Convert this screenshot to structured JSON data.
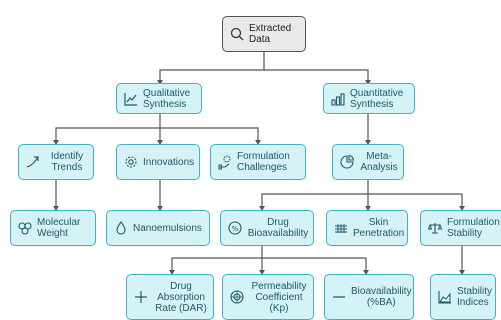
{
  "root": {
    "label": "Extracted Data",
    "icon": "search-icon"
  },
  "qualitative": {
    "label": "Qualitative Synthesis",
    "icon": "trend-chart-icon"
  },
  "quantitative": {
    "label": "Quantitative Synthesis",
    "icon": "bar-chart-icon"
  },
  "identify_trends": {
    "label": "Identify Trends",
    "icon": "trend-arrow-icon"
  },
  "innovations": {
    "label": "Innovations",
    "icon": "gear-icon"
  },
  "formulation_challenges": {
    "label": "Formulation Challenges",
    "icon": "hand-gear-icon"
  },
  "meta_analysis": {
    "label": "Meta-Analysis",
    "icon": "pie-chart-icon"
  },
  "molecular_weight": {
    "label": "Molecular Weight",
    "icon": "molecule-icon"
  },
  "nanoemulsions": {
    "label": "Nanoemulsions",
    "icon": "droplet-icon"
  },
  "drug_bioavailability": {
    "label": "Drug Bioavailability",
    "icon": "percent-icon"
  },
  "skin_penetration": {
    "label": "Skin Penetration",
    "icon": "skin-layers-icon"
  },
  "formulation_stability": {
    "label": "Formulation Stability",
    "icon": "scale-icon"
  },
  "drug_absorption_rate": {
    "label": "Drug Absorption Rate (DAR)",
    "icon": "plus-icon"
  },
  "permeability_coefficient": {
    "label": "Permeability Coefficient (Kp)",
    "icon": "target-icon"
  },
  "bioavailability_ba": {
    "label": "Bioavailability (%BA)",
    "icon": "minus-icon"
  },
  "stability_indices": {
    "label": "Stability Indices",
    "icon": "area-chart-icon"
  }
}
